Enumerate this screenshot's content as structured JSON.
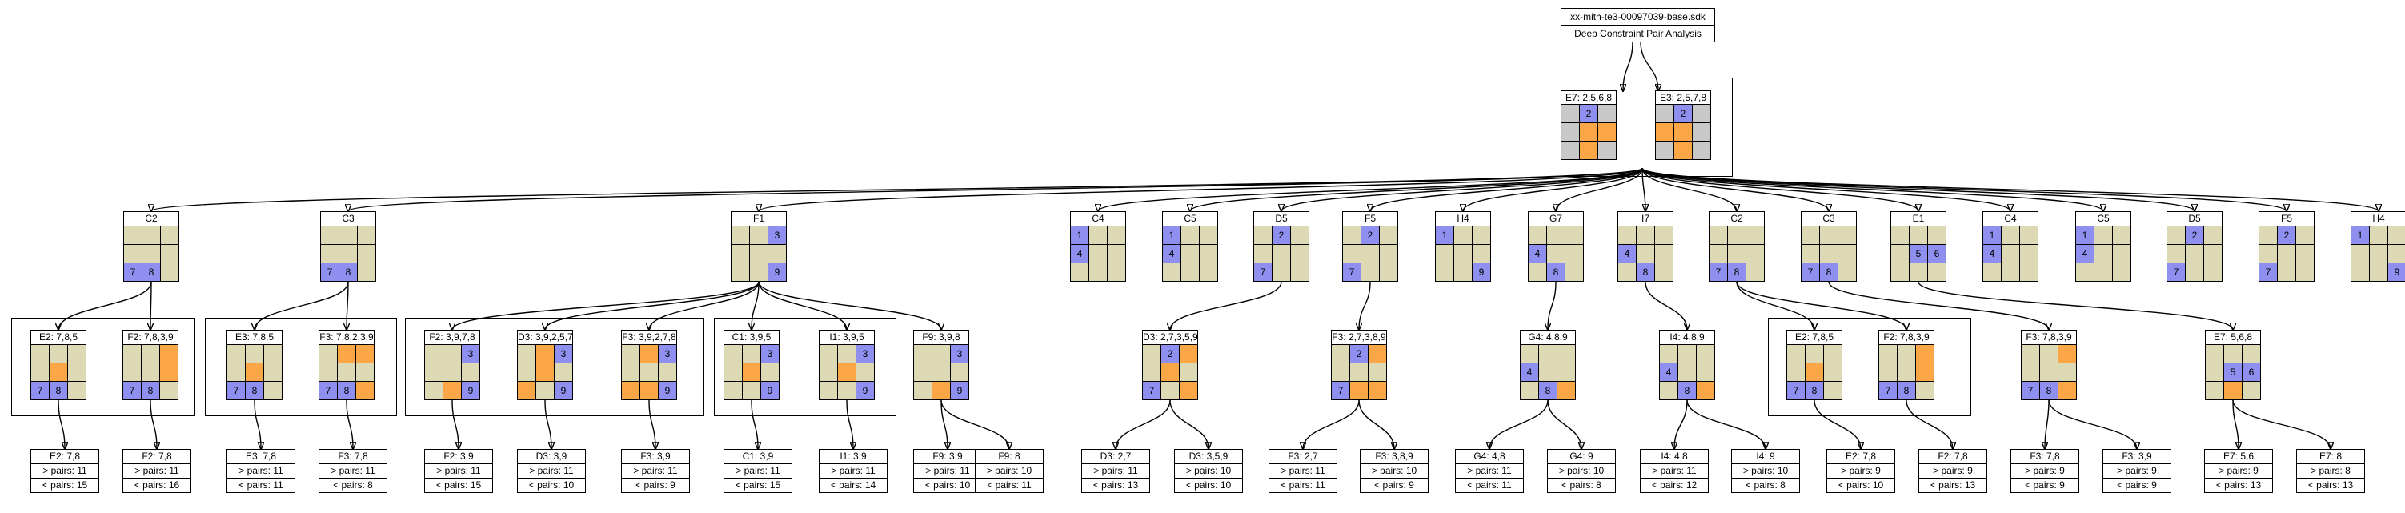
{
  "title": {
    "file": "xx-mith-te3-00097039-base.sdk",
    "subtitle": "Deep Constraint Pair Analysis"
  },
  "root": [
    {
      "label": "E7: 2,5,6,8",
      "cells": [
        "g",
        "b2",
        "g",
        "g",
        "o",
        "o",
        "g",
        "o",
        "g"
      ]
    },
    {
      "label": "E3: 2,5,7,8",
      "cells": [
        "g",
        "b2",
        "g",
        "o",
        "o",
        "g",
        "g",
        "o",
        "g"
      ]
    }
  ],
  "level1": [
    {
      "label": "C2",
      "cells": [
        "",
        "",
        "",
        "",
        "",
        "",
        "b7",
        "b8",
        ""
      ]
    },
    {
      "label": "C3",
      "cells": [
        "",
        "",
        "",
        "",
        "",
        "",
        "b7",
        "b8",
        ""
      ]
    },
    {
      "label": "F1",
      "cells": [
        "",
        "",
        "b3",
        "",
        "",
        "",
        "",
        "",
        "b9"
      ]
    },
    {
      "label": "C4",
      "cells": [
        "b1",
        "",
        "",
        "b4",
        "",
        "",
        "",
        "",
        ""
      ]
    },
    {
      "label": "C5",
      "cells": [
        "b1",
        "",
        "",
        "b4",
        "",
        "",
        "",
        "",
        ""
      ]
    },
    {
      "label": "D5",
      "cells": [
        "",
        "b2",
        "",
        "",
        "",
        "",
        "b7",
        "",
        ""
      ]
    },
    {
      "label": "F5",
      "cells": [
        "",
        "b2",
        "",
        "",
        "",
        "",
        "b7",
        "",
        ""
      ]
    },
    {
      "label": "H4",
      "cells": [
        "b1",
        "",
        "",
        "",
        "",
        "",
        "",
        "",
        "b9"
      ]
    },
    {
      "label": "G7",
      "cells": [
        "",
        "",
        "",
        "b4",
        "",
        "",
        "",
        "b8",
        ""
      ]
    },
    {
      "label": "I7",
      "cells": [
        "",
        "",
        "",
        "b4",
        "",
        "",
        "",
        "b8",
        ""
      ]
    },
    {
      "label": "C2",
      "cells": [
        "",
        "",
        "",
        "",
        "",
        "",
        "b7",
        "b8",
        ""
      ]
    },
    {
      "label": "C3",
      "cells": [
        "",
        "",
        "",
        "",
        "",
        "",
        "b7",
        "b8",
        ""
      ]
    },
    {
      "label": "E1",
      "cells": [
        "",
        "",
        "",
        "",
        "b5",
        "b6",
        "",
        "",
        ""
      ]
    },
    {
      "label": "C4",
      "cells": [
        "b1",
        "",
        "",
        "b4",
        "",
        "",
        "",
        "",
        ""
      ]
    },
    {
      "label": "C5",
      "cells": [
        "b1",
        "",
        "",
        "b4",
        "",
        "",
        "",
        "",
        ""
      ]
    },
    {
      "label": "D5",
      "cells": [
        "",
        "b2",
        "",
        "",
        "",
        "",
        "b7",
        "",
        ""
      ]
    },
    {
      "label": "F5",
      "cells": [
        "",
        "b2",
        "",
        "",
        "",
        "",
        "b7",
        "",
        ""
      ]
    },
    {
      "label": "H4",
      "cells": [
        "b1",
        "",
        "",
        "",
        "",
        "",
        "",
        "",
        "b9"
      ]
    }
  ],
  "level2": [
    {
      "label": "E2: 7,8,5",
      "cells": [
        "",
        "",
        "",
        "",
        "o",
        "",
        "b7",
        "b8",
        ""
      ]
    },
    {
      "label": "F2: 7,8,3,9",
      "cells": [
        "",
        "",
        "o",
        "",
        "",
        "o",
        "b7",
        "b8",
        ""
      ]
    },
    {
      "label": "E3: 7,8,5",
      "cells": [
        "",
        "",
        "",
        "",
        "o",
        "",
        "b7",
        "b8",
        ""
      ]
    },
    {
      "label": "F3: 7,8,2,3,9",
      "cells": [
        "",
        "o",
        "o",
        "",
        "",
        "",
        "b7",
        "b8",
        "o"
      ]
    },
    {
      "label": "F2: 3,9,7,8",
      "cells": [
        "",
        "",
        "b3",
        "",
        "",
        "",
        "",
        "o",
        "b9"
      ]
    },
    {
      "label": "D3: 3,9,2,5,7",
      "cells": [
        "",
        "o",
        "b3",
        "",
        "o",
        "",
        "o",
        "",
        "b9"
      ]
    },
    {
      "label": "F3: 3,9,2,7,8",
      "cells": [
        "",
        "o",
        "b3",
        "",
        "",
        "",
        "o",
        "o",
        "b9"
      ]
    },
    {
      "label": "C1: 3,9,5",
      "cells": [
        "",
        "",
        "b3",
        "",
        "o",
        "",
        "",
        "",
        "b9"
      ]
    },
    {
      "label": "I1: 3,9,5",
      "cells": [
        "",
        "",
        "b3",
        "",
        "o",
        "",
        "",
        "",
        "b9"
      ]
    },
    {
      "label": "F9: 3,9,8",
      "cells": [
        "",
        "",
        "b3",
        "",
        "",
        "",
        "",
        "o",
        "b9"
      ]
    },
    {
      "label": "D3: 2,7,3,5,9",
      "cells": [
        "",
        "b2",
        "o",
        "",
        "o",
        "",
        "b7",
        "",
        "o"
      ]
    },
    {
      "label": "F3: 2,7,3,8,9",
      "cells": [
        "",
        "b2",
        "o",
        "",
        "",
        "",
        "b7",
        "o",
        "o"
      ]
    },
    {
      "label": "G4: 4,8,9",
      "cells": [
        "",
        "",
        "",
        "b4",
        "",
        "",
        "",
        "b8",
        "o"
      ]
    },
    {
      "label": "I4: 4,8,9",
      "cells": [
        "",
        "",
        "",
        "b4",
        "",
        "",
        "",
        "b8",
        "o"
      ]
    },
    {
      "label": "E2: 7,8,5",
      "cells": [
        "",
        "",
        "",
        "",
        "o",
        "",
        "b7",
        "b8",
        ""
      ]
    },
    {
      "label": "F2: 7,8,3,9",
      "cells": [
        "",
        "",
        "o",
        "",
        "",
        "o",
        "b7",
        "b8",
        ""
      ]
    },
    {
      "label": "F3: 7,8,3,9",
      "cells": [
        "",
        "",
        "o",
        "",
        "",
        "",
        "b7",
        "b8",
        "o"
      ]
    },
    {
      "label": "E7: 5,6,8",
      "cells": [
        "",
        "",
        "",
        "",
        "b5",
        "b6",
        "",
        "o",
        ""
      ]
    }
  ],
  "leaves": [
    {
      "label": "E2: 7,8",
      "gt": "> pairs: 11",
      "lt": "< pairs: 15"
    },
    {
      "label": "F2: 7,8",
      "gt": "> pairs: 11",
      "lt": "< pairs: 16"
    },
    {
      "label": "E3: 7,8",
      "gt": "> pairs: 11",
      "lt": "< pairs: 11"
    },
    {
      "label": "F3: 7,8",
      "gt": "> pairs: 11",
      "lt": "< pairs: 8"
    },
    {
      "label": "F2: 3,9",
      "gt": "> pairs: 11",
      "lt": "< pairs: 15"
    },
    {
      "label": "D3: 3,9",
      "gt": "> pairs: 11",
      "lt": "< pairs: 10"
    },
    {
      "label": "F3: 3,9",
      "gt": "> pairs: 11",
      "lt": "< pairs: 9"
    },
    {
      "label": "C1: 3,9",
      "gt": "> pairs: 11",
      "lt": "< pairs: 15"
    },
    {
      "label": "I1: 3,9",
      "gt": "> pairs: 11",
      "lt": "< pairs: 14"
    },
    {
      "label": "F9: 3,9",
      "gt": "> pairs: 11",
      "lt": "< pairs: 10"
    },
    {
      "label": "F9: 8",
      "gt": "> pairs: 10",
      "lt": "< pairs: 11"
    },
    {
      "label": "D3: 2,7",
      "gt": "> pairs: 11",
      "lt": "< pairs: 13"
    },
    {
      "label": "D3: 3,5,9",
      "gt": "> pairs: 10",
      "lt": "< pairs: 10"
    },
    {
      "label": "F3: 2,7",
      "gt": "> pairs: 11",
      "lt": "< pairs: 11"
    },
    {
      "label": "F3: 3,8,9",
      "gt": "> pairs: 10",
      "lt": "< pairs: 9"
    },
    {
      "label": "G4: 4,8",
      "gt": "> pairs: 11",
      "lt": "< pairs: 11"
    },
    {
      "label": "G4: 9",
      "gt": "> pairs: 10",
      "lt": "< pairs: 8"
    },
    {
      "label": "I4: 4,8",
      "gt": "> pairs: 11",
      "lt": "< pairs: 12"
    },
    {
      "label": "I4: 9",
      "gt": "> pairs: 10",
      "lt": "< pairs: 8"
    },
    {
      "label": "E2: 7,8",
      "gt": "> pairs: 9",
      "lt": "< pairs: 10"
    },
    {
      "label": "F2: 7,8",
      "gt": "> pairs: 9",
      "lt": "< pairs: 13"
    },
    {
      "label": "F3: 7,8",
      "gt": "> pairs: 9",
      "lt": "< pairs: 9"
    },
    {
      "label": "F3: 3,9",
      "gt": "> pairs: 9",
      "lt": "< pairs: 9"
    },
    {
      "label": "E7: 5,6",
      "gt": "> pairs: 9",
      "lt": "< pairs: 13"
    },
    {
      "label": "E7: 8",
      "gt": "> pairs: 8",
      "lt": "< pairs: 13"
    }
  ]
}
